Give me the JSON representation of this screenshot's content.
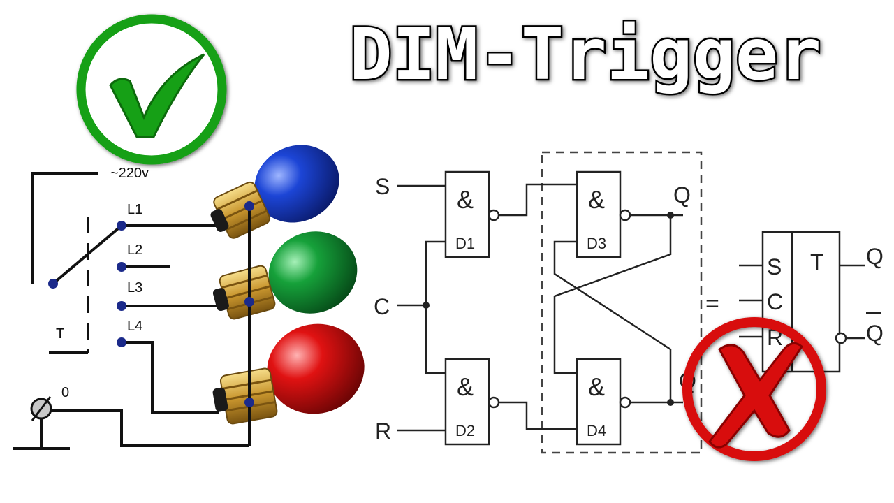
{
  "title": "DIM-Trigger",
  "colors": {
    "check_green": "#12a012",
    "cross_red": "#d80d0d",
    "bulb_blue": "#1c45d6",
    "bulb_green": "#16a13a",
    "bulb_red": "#e01212",
    "brass": "#d3a43a",
    "wire": "#111111",
    "node": "#1b2a8a"
  },
  "wiring": {
    "voltage": "~220v",
    "switch_label": "T",
    "neutral_label": "0",
    "lines": [
      "L1",
      "L2",
      "L3",
      "L4"
    ]
  },
  "logic": {
    "inputs": [
      "S",
      "C",
      "R"
    ],
    "gate_symbol": "&",
    "gates": [
      "D1",
      "D2",
      "D3",
      "D4"
    ],
    "outputs": [
      "Q",
      "Q"
    ],
    "equals": "="
  },
  "t_block": {
    "inputs": [
      "S",
      "C",
      "R"
    ],
    "label": "T",
    "outputs": [
      "Q",
      "Q"
    ]
  },
  "icons": [
    "check-icon",
    "cross-icon"
  ]
}
